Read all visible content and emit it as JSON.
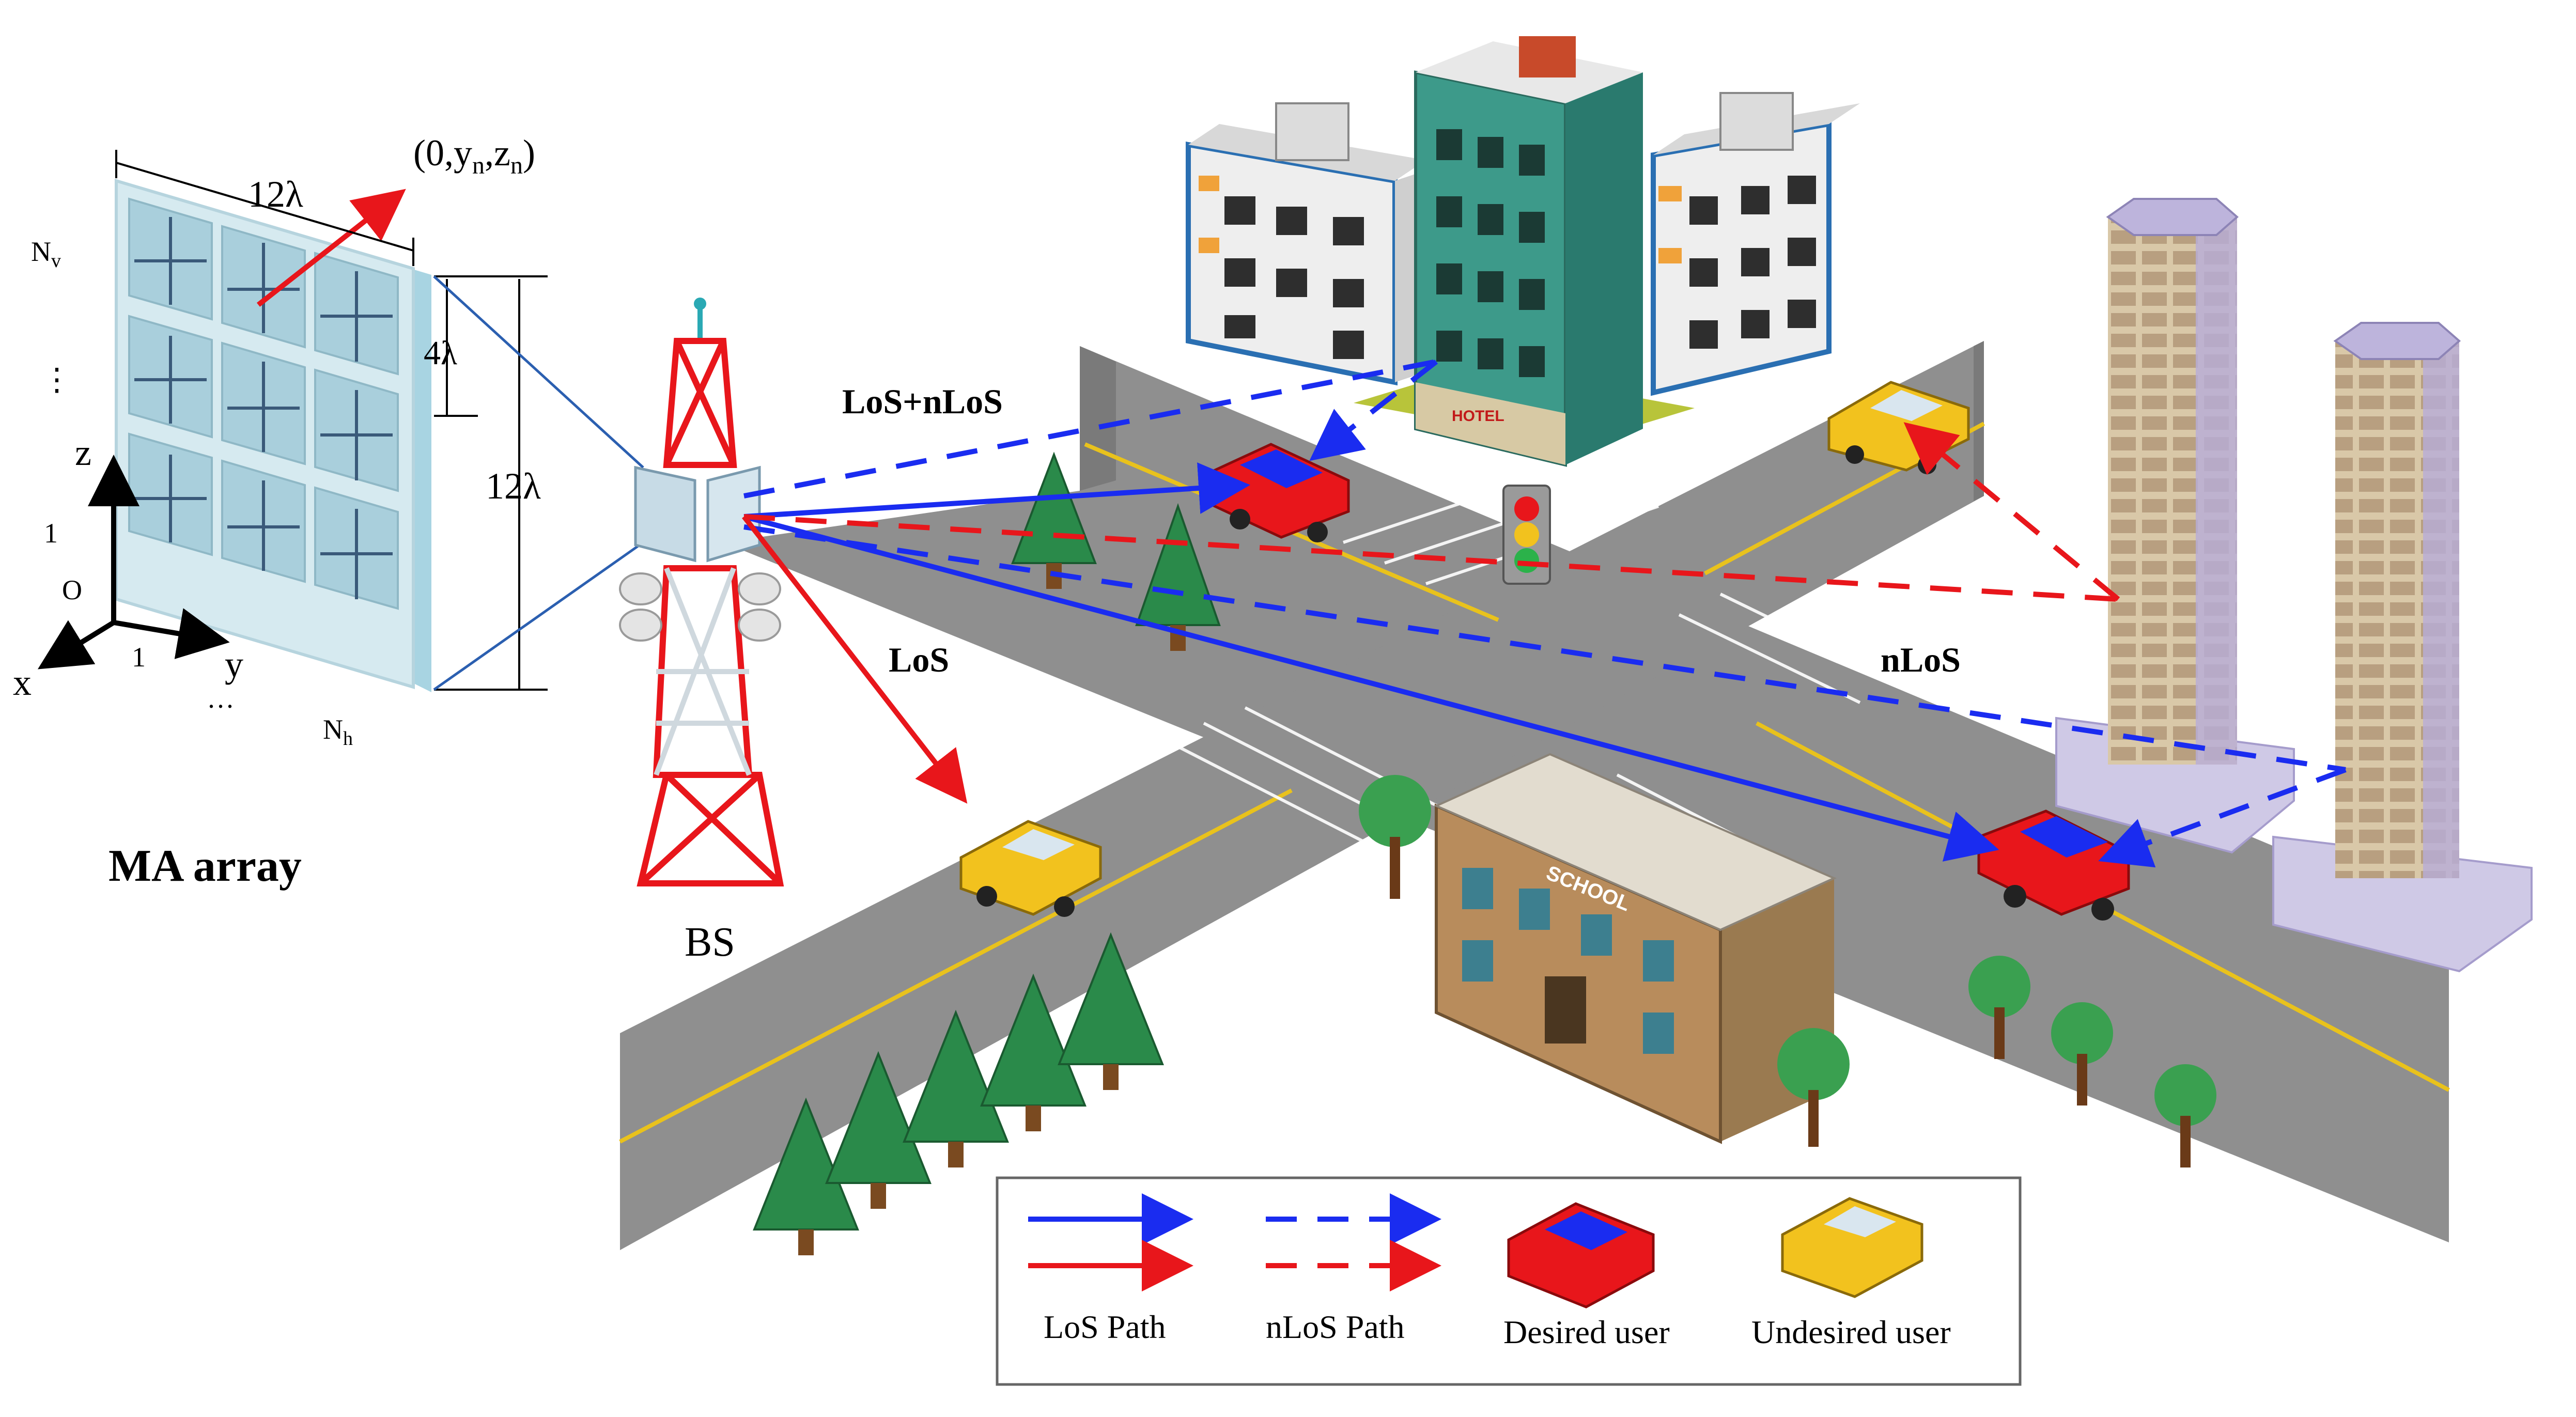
{
  "ma_array": {
    "title": "MA array",
    "coord_label": "(0,y",
    "coord_sub_y": "n",
    "coord_mid": ",z",
    "coord_sub_z": "n",
    "coord_close": ")",
    "width_label": "12λ",
    "height_label": "12λ",
    "spacing_label": "4λ",
    "nv_label": "N",
    "nv_sub": "v",
    "nh_label": "N",
    "nh_sub": "h",
    "vdots": "⋮",
    "hdots": "···",
    "one_z": "1",
    "one_y": "1",
    "axis_z": "z",
    "axis_y": "y",
    "axis_x": "x",
    "origin": "O"
  },
  "scene": {
    "bs_label": "BS",
    "los_nlos_label": "LoS+nLoS",
    "los_label": "LoS",
    "nlos_label": "nLoS",
    "school_sign": "SCHOOL",
    "hotel_sign": "HOTEL"
  },
  "legend": {
    "los_path": "LoS Path",
    "nlos_path": "nLoS Path",
    "desired_user": "Desired user",
    "undesired_user": "Undesired user"
  },
  "colors": {
    "desired": "#e8161b",
    "undesired": "#f2c21e",
    "blue_path": "#1a2cf0",
    "red_path": "#e8161b",
    "road": "#8f8f8f"
  }
}
